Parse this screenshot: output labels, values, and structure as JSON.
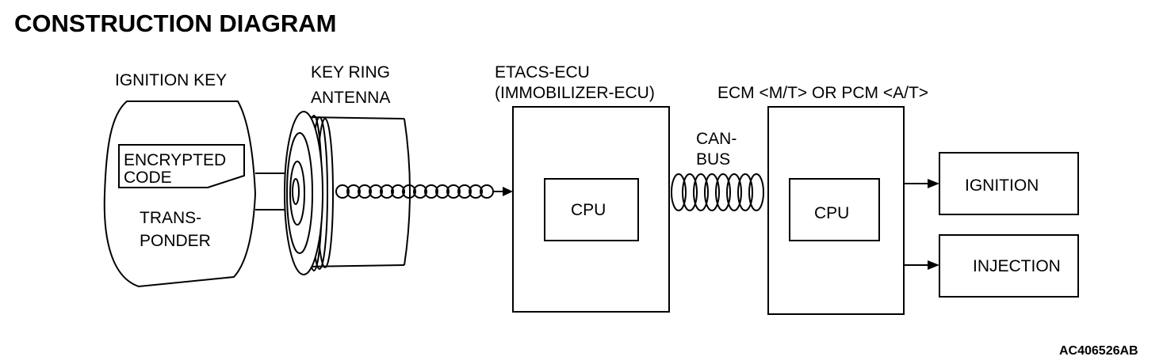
{
  "title": "CONSTRUCTION DIAGRAM",
  "figure_code": "AC406526AB",
  "ignition_key": {
    "label": "IGNITION KEY",
    "encrypted_code": [
      "ENCRYPTED",
      "CODE"
    ],
    "transponder": [
      "TRANS-",
      "PONDER"
    ]
  },
  "key_ring_antenna": {
    "label": [
      "KEY RING",
      "ANTENNA"
    ]
  },
  "etacs_ecu": {
    "label": [
      "ETACS-ECU",
      "(IMMOBILIZER-ECU)"
    ],
    "cpu": "CPU"
  },
  "can_bus": {
    "label": [
      "CAN-",
      "BUS"
    ]
  },
  "ecm": {
    "label": "ECM <M/T> OR PCM <A/T>",
    "cpu": "CPU"
  },
  "outputs": [
    "IGNITION",
    "INJECTION"
  ]
}
